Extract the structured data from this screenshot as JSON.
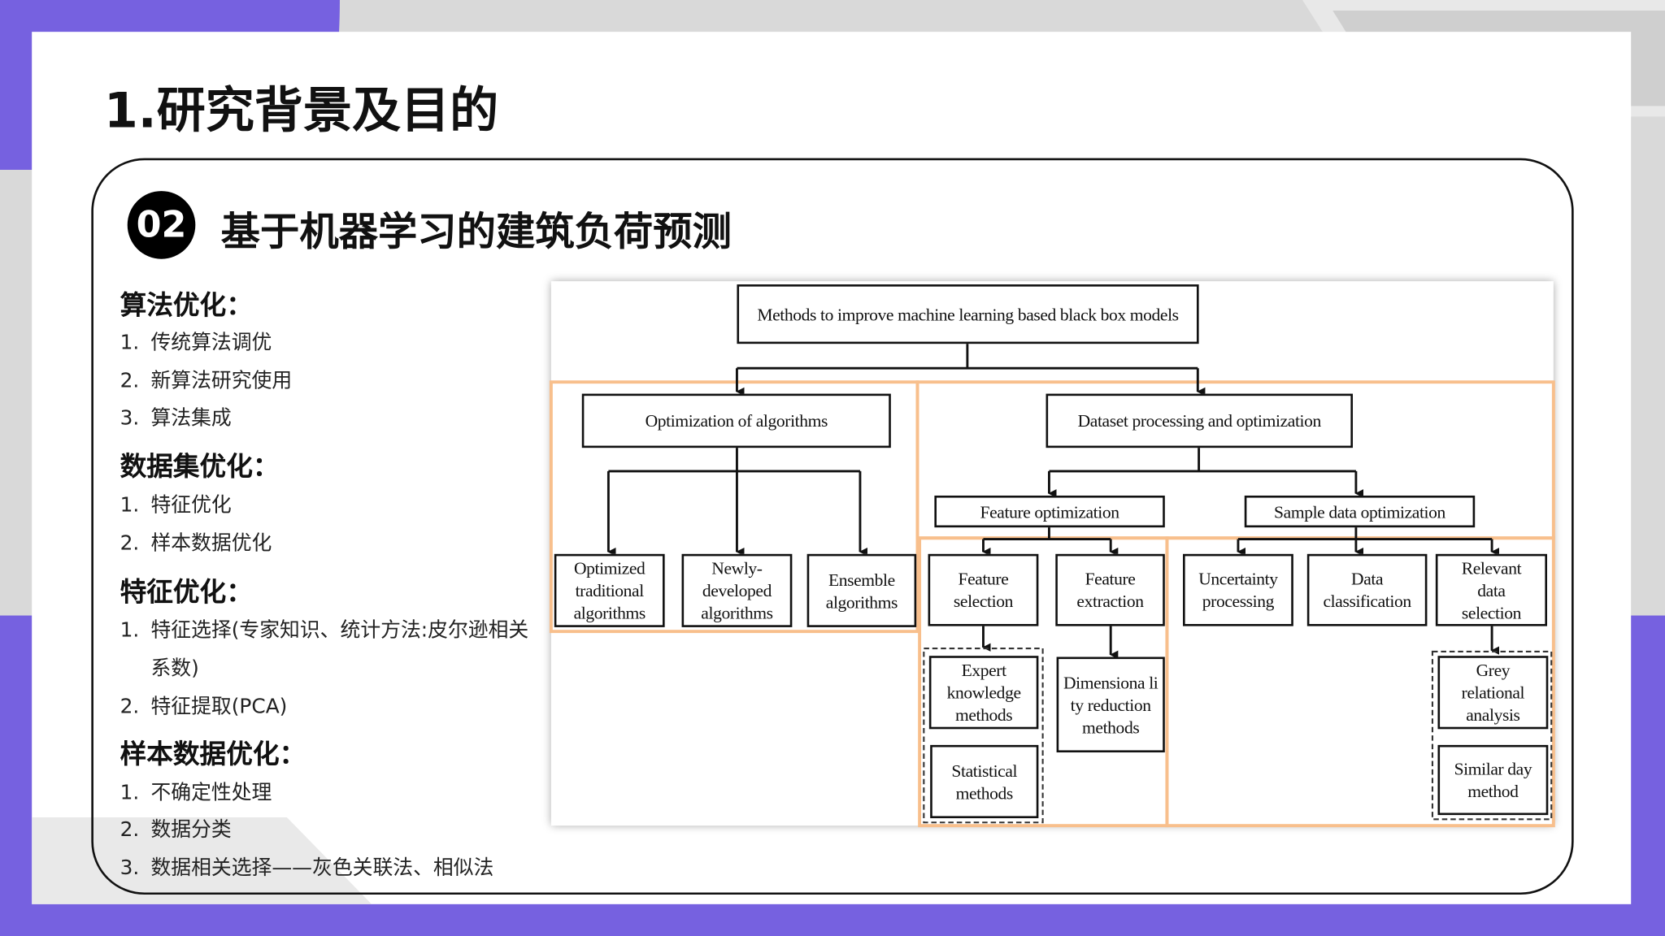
{
  "slide": {
    "title": "1.研究背景及目的",
    "badge": "02",
    "heading": "基于机器学习的建筑负荷预测"
  },
  "sections": [
    {
      "heading": "算法优化：",
      "items": [
        {
          "num": "1.",
          "text": "传统算法调优"
        },
        {
          "num": "2.",
          "text": "新算法研究使用"
        },
        {
          "num": "3.",
          "text": "算法集成"
        }
      ]
    },
    {
      "heading": "数据集优化：",
      "items": [
        {
          "num": "1.",
          "text": "特征优化"
        },
        {
          "num": "2.",
          "text": "样本数据优化"
        }
      ]
    },
    {
      "heading": "特征优化：",
      "items": [
        {
          "num": "1.",
          "text": "特征选择(专家知识、统计方法:皮尔逊相关系数)"
        },
        {
          "num": "2.",
          "text": "特征提取(PCA)"
        }
      ]
    },
    {
      "heading": "样本数据优化：",
      "items": [
        {
          "num": "1.",
          "text": "不确定性处理"
        },
        {
          "num": "2.",
          "text": "数据分类"
        },
        {
          "num": "3.",
          "text": "数据相关选择——灰色关联法、相似法"
        }
      ]
    }
  ],
  "diagram": {
    "root": "Methods to improve machine learning based black box models",
    "opt_alg": "Optimization of algorithms",
    "optimized_traditional": "Optimized traditional algorithms",
    "newly_developed": "Newly-developed algorithms",
    "ensemble": "Ensemble algorithms",
    "dataset": "Dataset processing and optimization",
    "feature_opt": "Feature optimization",
    "sample_opt": "Sample data optimization",
    "feature_selection": "Feature selection",
    "feature_extraction": "Feature extraction",
    "uncertainty": "Uncertainty processing",
    "data_classification": "Data classification",
    "relevant": "Relevant data selection",
    "expert": "Expert knowledge methods",
    "statistical": "Statistical methods",
    "dimensionality": "Dimensiona lity reduction methods",
    "grey": "Grey relational analysis",
    "similar_day": "Similar day method"
  },
  "colors": {
    "accent": "#7661e0",
    "highlight": "#f8bf8c"
  }
}
